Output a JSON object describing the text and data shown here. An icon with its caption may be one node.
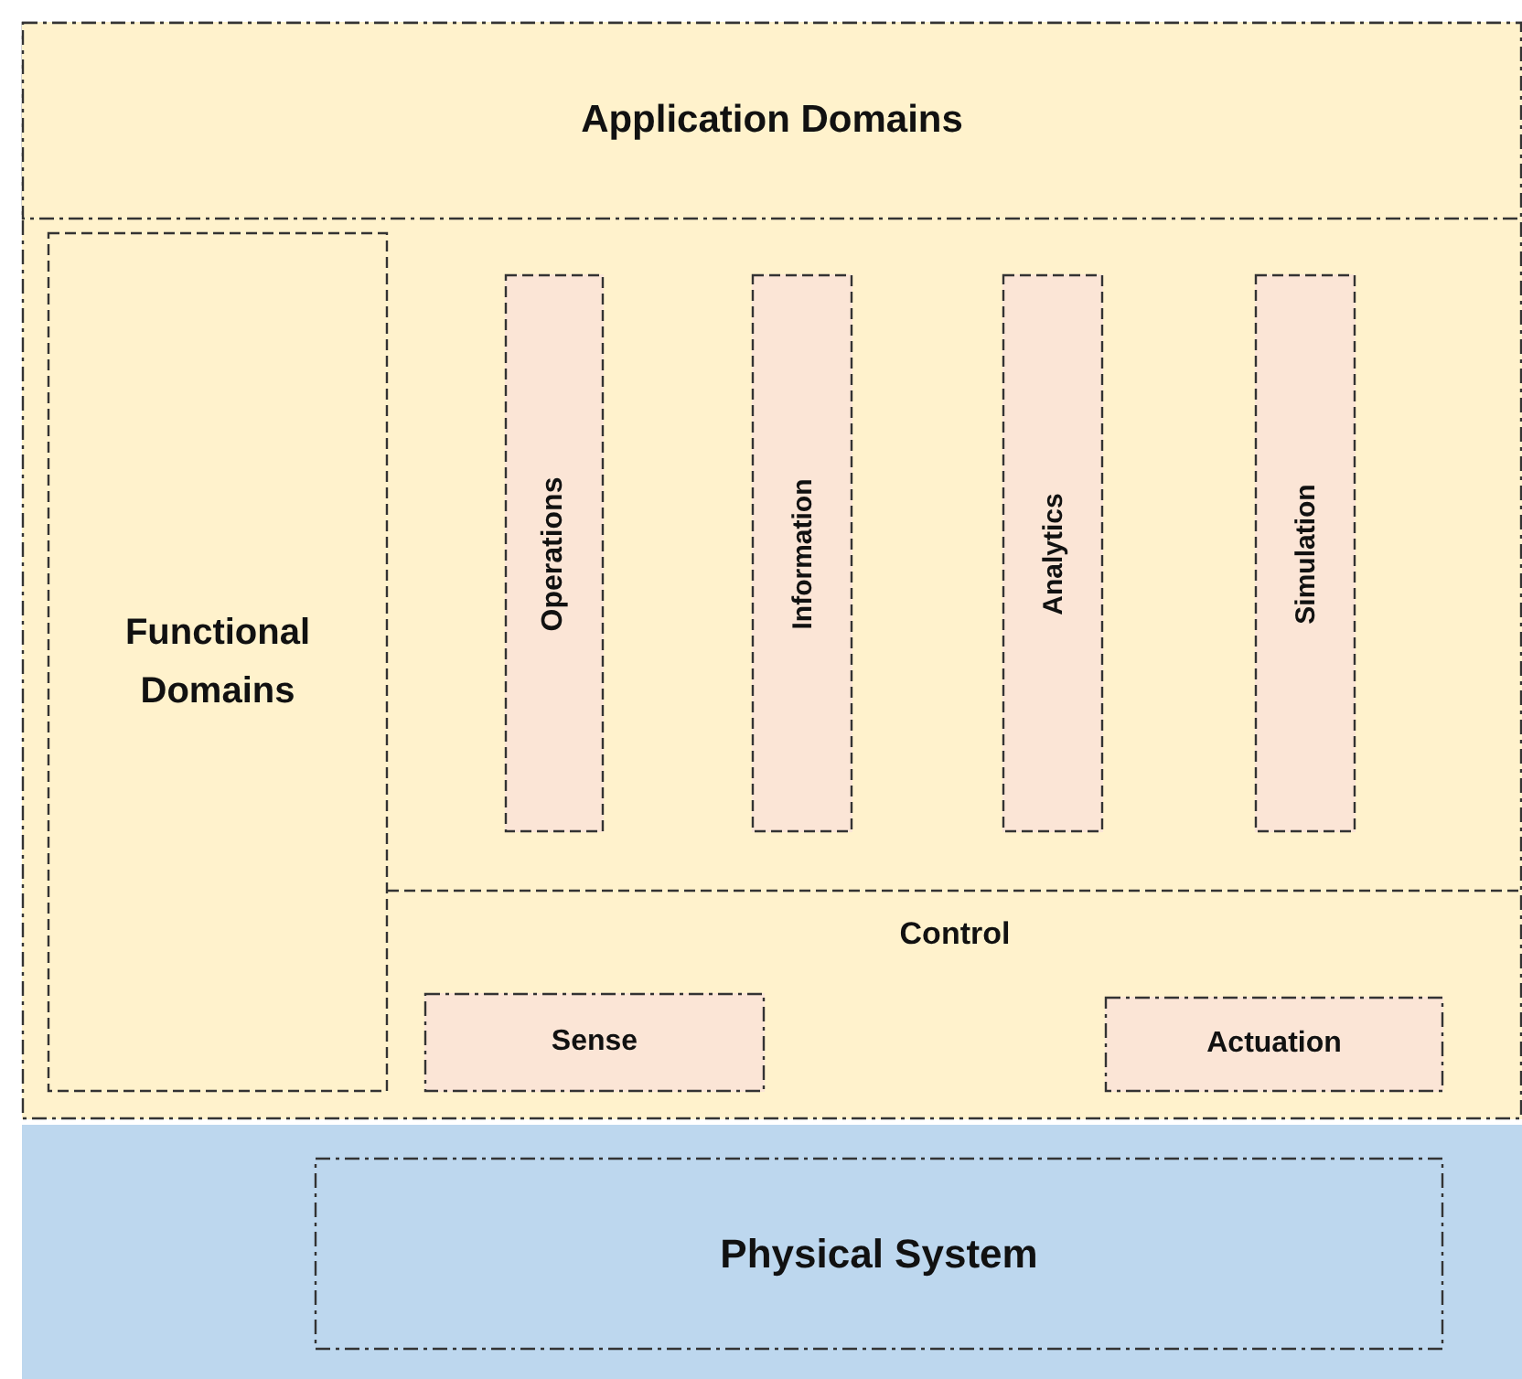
{
  "diagram": {
    "nodes": [
      {
        "text": [],
        "shape": "box"
      },
      {
        "text": [
          "Application Domains"
        ],
        "in": 0
      },
      {
        "text": [
          "Functional Domains"
        ],
        "in": 0
      },
      {
        "text": [
          "Operations"
        ],
        "in": 0
      },
      {
        "text": [
          "Information"
        ],
        "in": 0
      },
      {
        "text": [
          "Analytics"
        ],
        "in": 0
      },
      {
        "text": [
          "Simulation"
        ],
        "in": 0
      },
      {
        "text": [
          "Control"
        ],
        "in": 0
      },
      {
        "text": [
          "Sense"
        ],
        "in": 7
      },
      {
        "text": [
          "Actuation"
        ],
        "in": 7
      },
      {
        "text": [],
        "shape": "box"
      },
      {
        "text": [
          "Physical System"
        ],
        "in": 10
      }
    ]
  }
}
